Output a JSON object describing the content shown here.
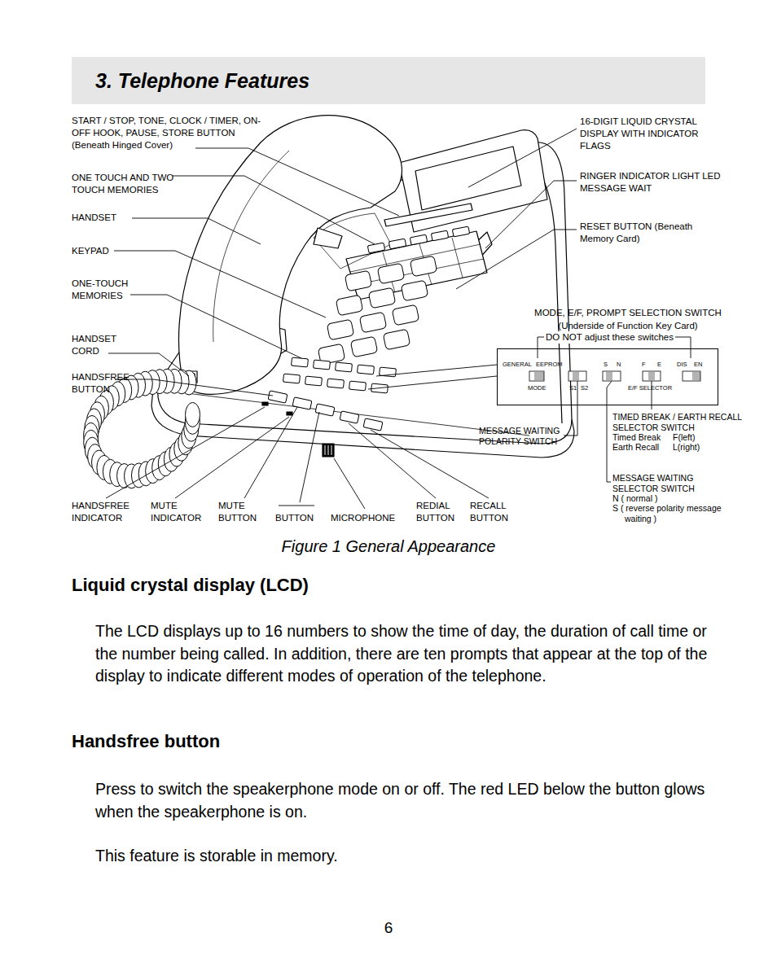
{
  "diagram": {
    "title": "3. Telephone Features",
    "caption": "Figure 1 General Appearance",
    "nodes": [
      {
        "text": [
          "GENERAL",
          "EEPROM",
          "MODE",
          "S",
          "N",
          "S1",
          "S2",
          "F",
          "E",
          "E/F SELECTOR",
          "DIS",
          "EN"
        ]
      }
    ],
    "labels": [
      "START / STOP, TONE, CLOCK / TIMER, ON-OFF HOOK, PAUSE, STORE BUTTON (Beneath Hinged Cover)",
      "ONE TOUCH AND TWO TOUCH MEMORIES",
      "HANDSET",
      "KEYPAD",
      "ONE-TOUCH MEMORIES",
      "HANDSET CORD",
      "HANDSFREE BUTTON",
      "HANDSFREE INDICATOR",
      "MUTE INDICATOR",
      "MUTE BUTTON",
      "BUTTON",
      "MICROPHONE",
      "REDIAL BUTTON",
      "RECALL BUTTON",
      "16-DIGIT LIQUID CRYSTAL DISPLAY WITH INDICATOR FLAGS",
      "RINGER INDICATOR LIGHT LED MESSAGE WAIT",
      "RESET BUTTON (Beneath Memory Card)",
      "MODE, E/F, PROMPT SELECTION SWITCH (Underside of Function Key Card)",
      "DO NOT adjust these switches",
      "MESSAGE WAITING POLARITY SWITCH",
      "TIMED BREAK / EARTH RECALL SELECTOR SWITCH",
      "Timed Break",
      "F(left)",
      "Earth Recall",
      "L(right)",
      "MESSAGE WAITING SELECTOR SWITCH",
      "N ( normal )",
      "S ( reverse polarity message waiting )",
      "Liquid crystal display (LCD)",
      "The LCD displays up to 16 numbers to show the time of day, the duration of call time or the number being called. In addition, there are ten prompts that appear at the top of the display to indicate different modes of operation of the telephone.",
      "Handsfree button",
      "Press to switch the speakerphone mode on or off. The red LED below the button glows when the speakerphone is on.",
      "This feature is storable in memory.",
      "6"
    ]
  }
}
